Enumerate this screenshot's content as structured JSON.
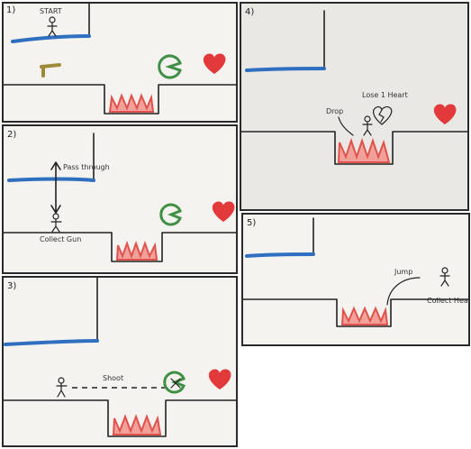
{
  "colors": {
    "platform": "#2f6fbf",
    "spikes": "#e0524b",
    "enemy": "#3f8f45",
    "heart": "#e23a3a",
    "gun": "#a08a3a",
    "paper": "#f4f3ef",
    "ink": "#222222"
  },
  "panels": [
    {
      "number": "1)",
      "labels": {
        "start": "START"
      }
    },
    {
      "number": "2)",
      "labels": {
        "passes_through": "Pass through",
        "collect_gun": "Collect Gun"
      }
    },
    {
      "number": "3)",
      "labels": {
        "shoot": "Shoot"
      }
    },
    {
      "number": "4)",
      "labels": {
        "drop": "Drop",
        "lose_heart": "Lose 1 Heart"
      }
    },
    {
      "number": "5)",
      "labels": {
        "jump": "Jump",
        "collect_heart": "Collect Heart"
      }
    }
  ],
  "icons": [
    "stick-figure-icon",
    "pacman-enemy-icon",
    "heart-icon",
    "broken-heart-icon",
    "gun-icon",
    "spike-pit-icon"
  ]
}
